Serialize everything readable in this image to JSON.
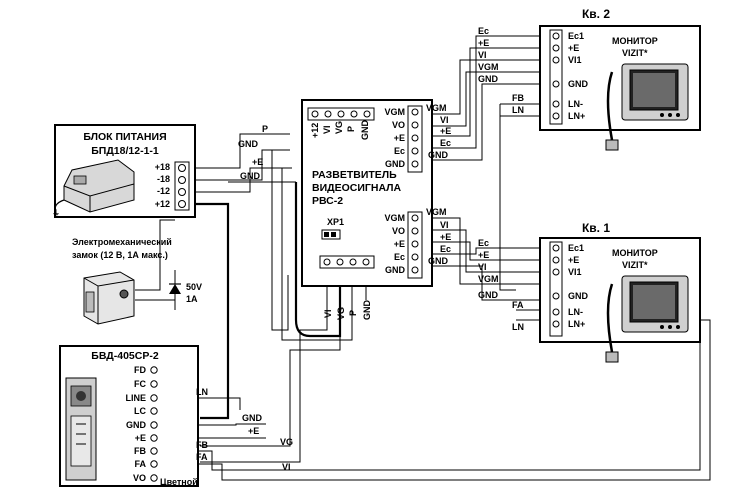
{
  "psu": {
    "title_line1": "БЛОК ПИТАНИЯ",
    "title_line2": "БПД18/12-1-1",
    "pins": [
      "+18",
      "-18",
      "-12",
      "+12"
    ]
  },
  "lock": {
    "line1": "Электромеханический",
    "line2": "замок (12 В, 1А макс.)",
    "voltage": "50V",
    "current": "1A"
  },
  "panel": {
    "title": "БВД-405СР-2",
    "pins": [
      "FD",
      "FC",
      "LINE",
      "LC",
      "GND",
      "+E",
      "FB",
      "FA",
      "VO"
    ],
    "vo_note": "Цветной"
  },
  "splitter": {
    "line1": "РАЗВЕТВИТЕЛЬ",
    "line2": "ВИДЕОСИГНАЛА",
    "line3": "РВС-2",
    "jumper": "XP1",
    "top_pins": [
      "+12",
      "VI",
      "VG",
      "P",
      "GND"
    ],
    "bottom_pins": [
      "VI",
      "VG",
      "P",
      "GND"
    ],
    "out1_pins": [
      "VGM",
      "VO",
      "+E",
      "Ec",
      "GND"
    ],
    "out2_pins": [
      "VGM",
      "VO",
      "+E",
      "Ec",
      "GND"
    ]
  },
  "apt2": {
    "title": "Кв. 2",
    "monitor_line1": "МОНИТОР",
    "monitor_line2": "VIZIT*",
    "pins": [
      "Ec1",
      "+E",
      "VI1",
      "GND",
      "LN-",
      "LN+"
    ]
  },
  "apt1": {
    "title": "Кв. 1",
    "monitor_line1": "МОНИТОР",
    "monitor_line2": "VIZIT*",
    "pins": [
      "Ec1",
      "+E",
      "VI1",
      "GND",
      "LN-",
      "LN+"
    ]
  },
  "wires": {
    "psu_p": "P",
    "psu_gnd": "GND",
    "psu_pe": "+E",
    "psu_gnd2": "GND",
    "panel_ln": "LN",
    "panel_gnd": "GND",
    "panel_pe": "+E",
    "panel_vg": "VG",
    "panel_fb": "FB",
    "panel_fa": "FA",
    "panel_vi": "VI",
    "bot_vi": "VI",
    "bot_vg": "VG",
    "bot_p": "P",
    "bot_gnd": "GND",
    "top_vgm": "VGM",
    "top_vi": "VI",
    "top_pe": "+E",
    "top_ec": "Ec",
    "top_gnd": "GND",
    "m2_ec": "Ec",
    "m2_pe": "+E",
    "m2_vi": "VI",
    "m2_vgm": "VGM",
    "m2_gnd": "GND",
    "m2_fb": "FB",
    "m2_ln": "LN",
    "mid_vgm": "VGM",
    "mid_vi": "VI",
    "mid_pe": "+E",
    "mid_ec": "Ec",
    "mid_gnd": "GND",
    "m1_ec": "Ec",
    "m1_pe": "+E",
    "m1_vi": "VI",
    "m1_vgm": "VGM",
    "m1_gnd": "GND",
    "m1_fa": "FA",
    "m1_ln": "LN"
  }
}
